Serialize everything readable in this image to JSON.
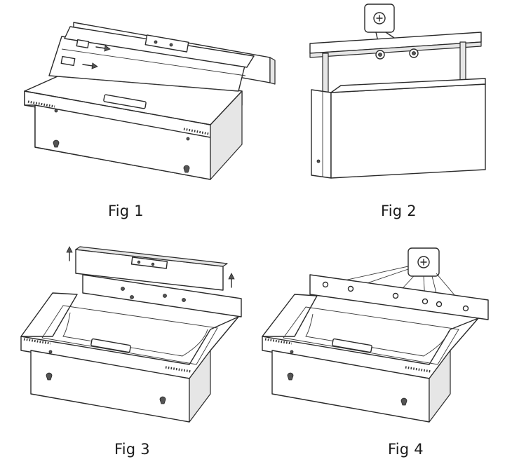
{
  "figures": [
    {
      "caption": "Fig 1"
    },
    {
      "caption": "Fig 2"
    },
    {
      "caption": "Fig 3"
    },
    {
      "caption": "Fig 4"
    }
  ],
  "icons": {
    "screw_callout": "screw-icon",
    "direction_arrow": "arrow-icon"
  }
}
